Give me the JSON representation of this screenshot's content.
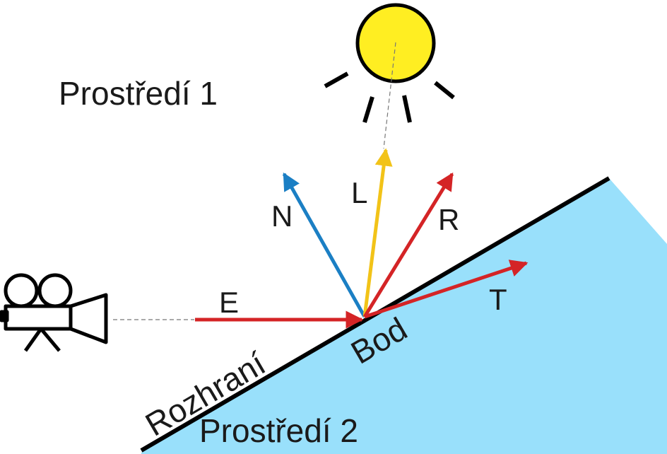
{
  "labels": {
    "medium1": "Prostředí 1",
    "medium2": "Prostředí 2",
    "interface": "Rozhraní",
    "point": "Bod",
    "eye": "E",
    "normal": "N",
    "light": "L",
    "reflected": "R",
    "transmitted": "T"
  },
  "icons": {
    "light_source": "sun-icon",
    "viewer": "movie-camera-icon"
  },
  "colors": {
    "medium2_fill": "#99e0fb",
    "interface_line": "#000000",
    "sun_fill": "#ffee22",
    "eye_ray": "#d42426",
    "normal_vector": "#1b7fc4",
    "light_vector": "#f2c318",
    "reflected_vector": "#d42426",
    "transmitted_vector": "#d42426",
    "guide_line": "#777777"
  }
}
